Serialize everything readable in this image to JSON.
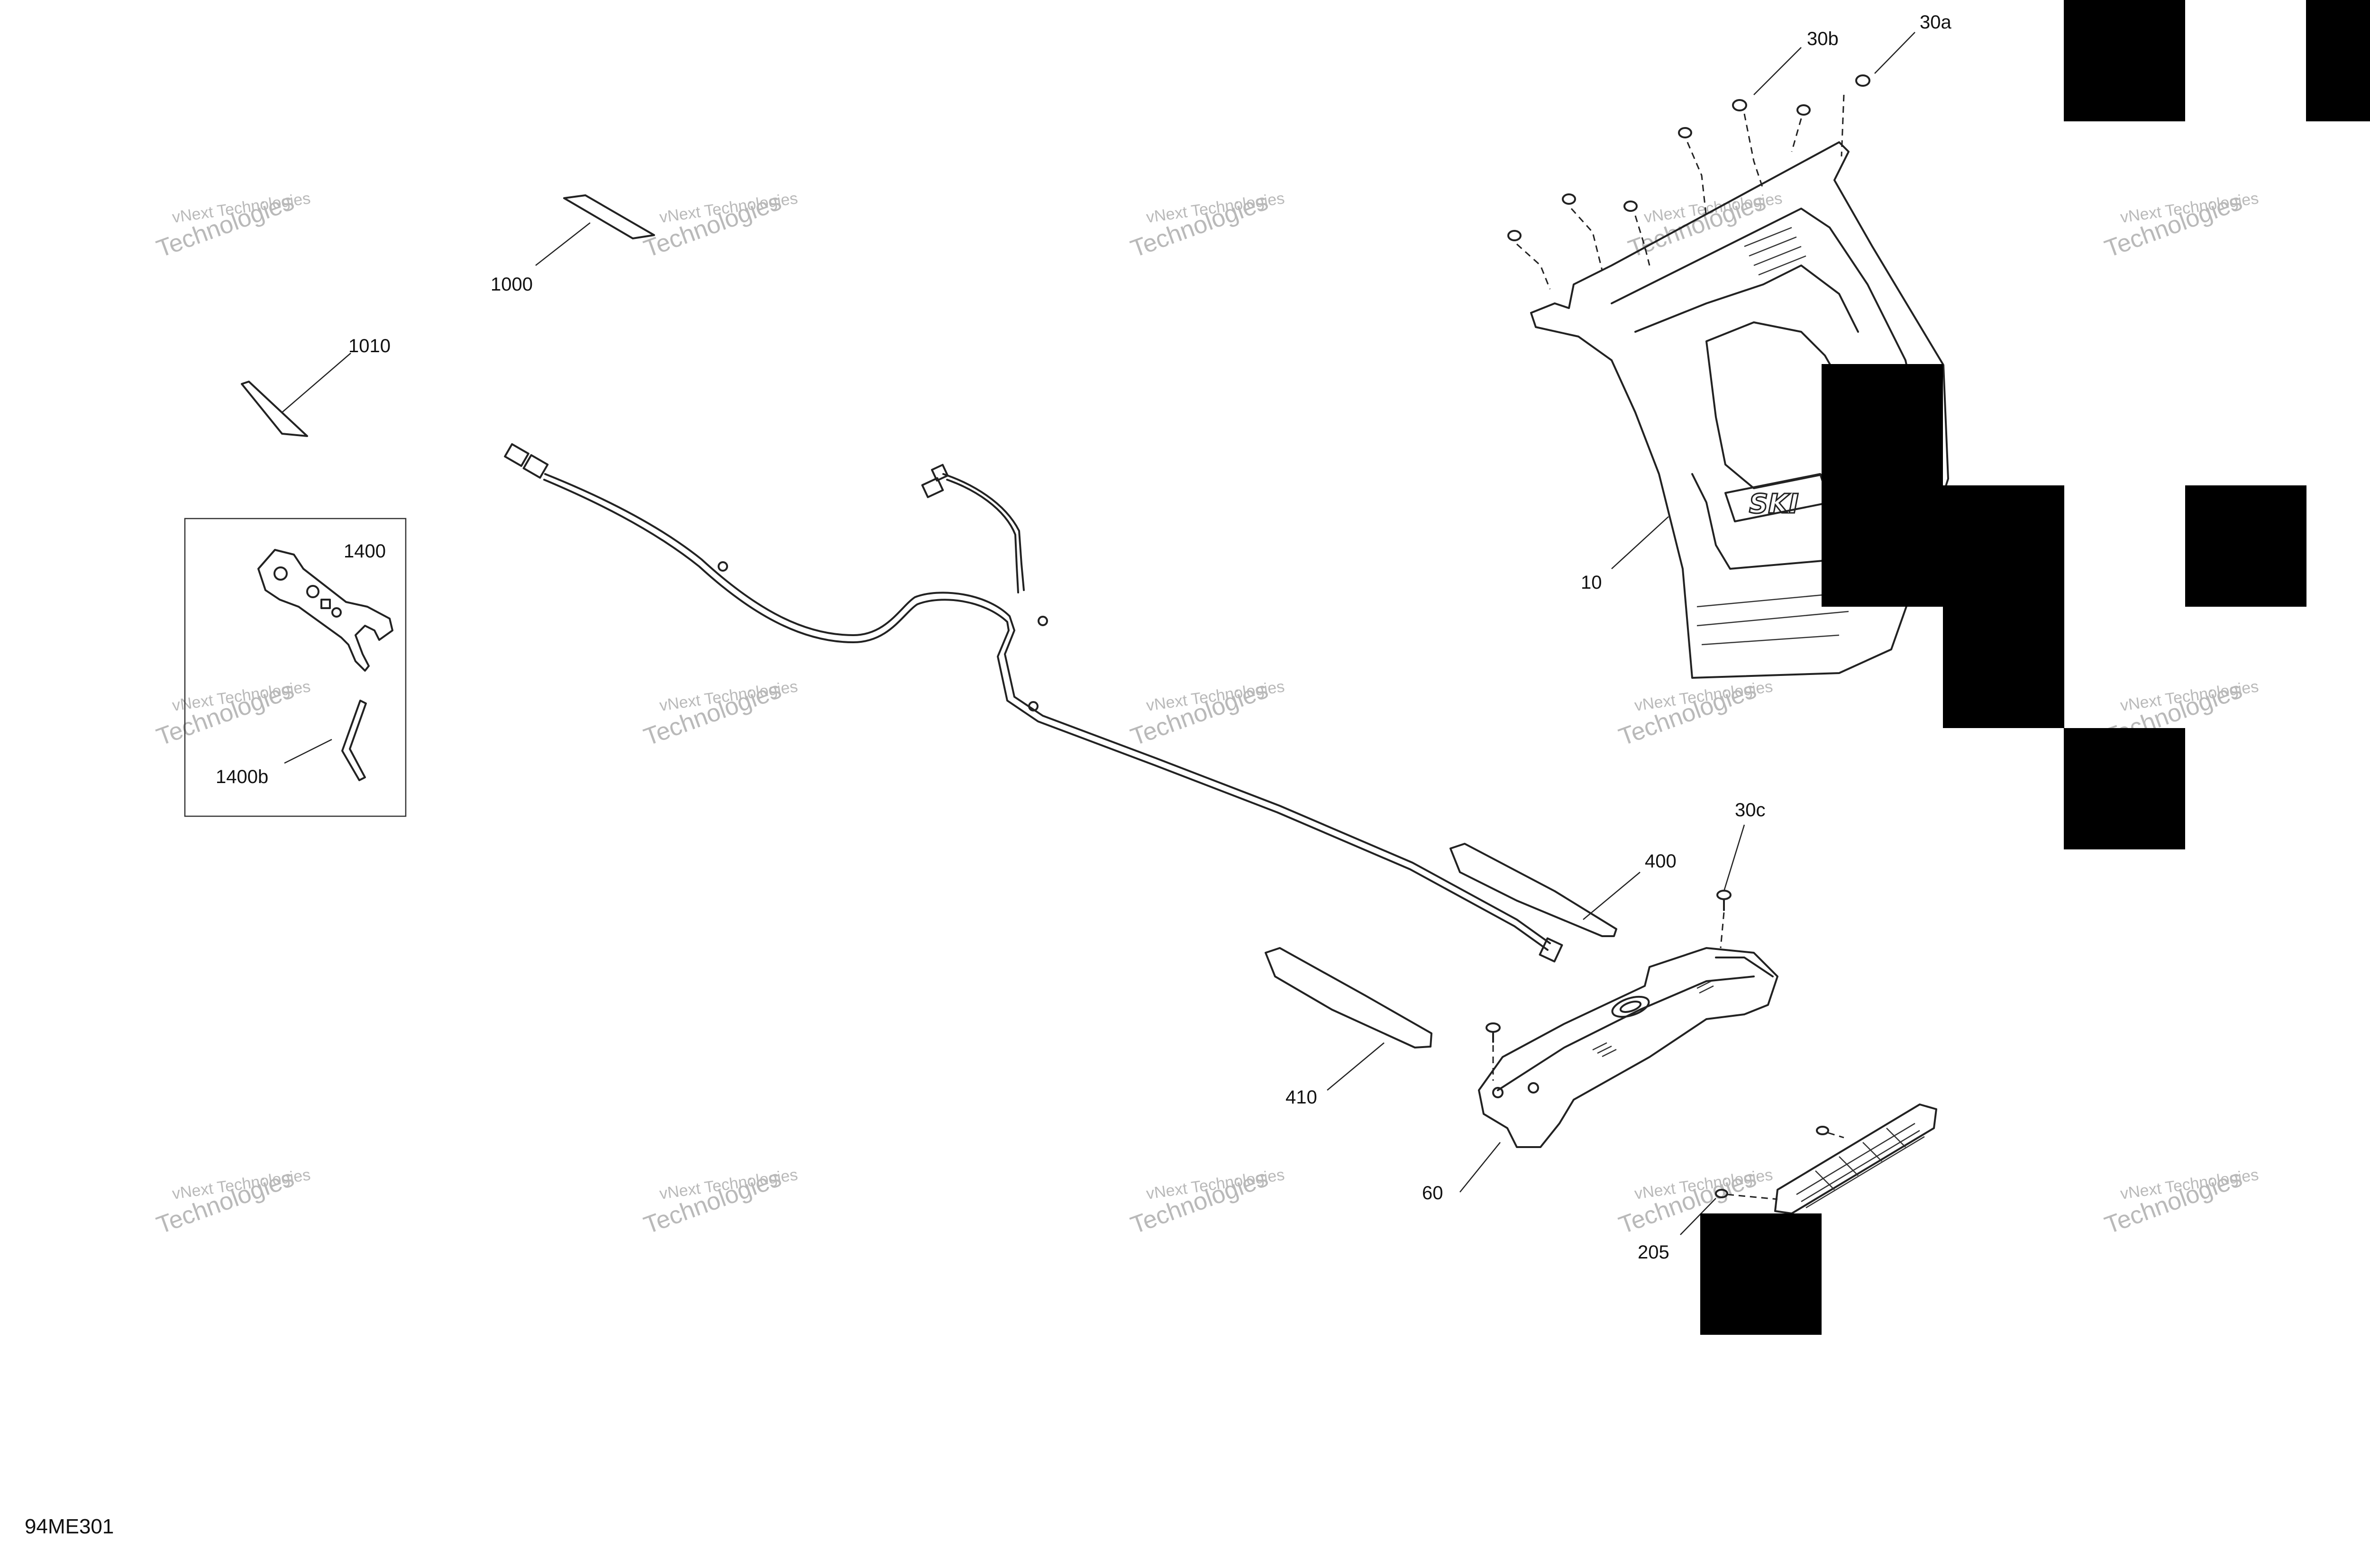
{
  "drawing_code": "94ME301",
  "watermark": {
    "line1": "vNext Technologies",
    "line2": "Technologies"
  },
  "callouts": {
    "c1000": "1000",
    "c1010": "1010",
    "c1400": "1400",
    "c1400b": "1400b",
    "c30b": "30b",
    "c30a": "30a",
    "c10": "10",
    "c30c": "30c",
    "c400": "400",
    "c410": "410",
    "c60": "60",
    "c205": "205"
  },
  "colors": {
    "line_art": "#222222",
    "redaction": "#000000",
    "watermark": "#b9b9b9"
  }
}
